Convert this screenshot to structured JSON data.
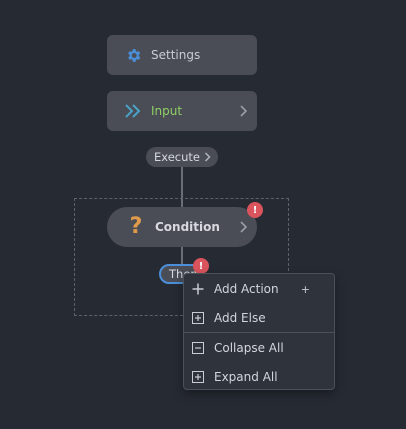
{
  "nodes": {
    "settings": {
      "label": "Settings",
      "icon": "gear-icon"
    },
    "input": {
      "label": "Input",
      "icon": "double-chevron-right-icon"
    },
    "execute": {
      "label": "Execute"
    },
    "condition": {
      "label": "Condition",
      "icon": "question-mark-icon",
      "badge": "!"
    },
    "then": {
      "label": "Then",
      "badge": "!"
    }
  },
  "context_menu": {
    "items": [
      {
        "label": "Add Action",
        "icon": "plus-icon",
        "shortcut": "+"
      },
      {
        "label": "Add Else",
        "icon": "plus-box-icon"
      },
      {
        "label": "Collapse All",
        "icon": "minus-box-icon"
      },
      {
        "label": "Expand All",
        "icon": "plus-box-icon"
      }
    ]
  },
  "colors": {
    "background": "#262a33",
    "node": "#4a4d55",
    "input_label": "#8fcf63",
    "gear": "#4a8fd8",
    "question": "#e09a4b",
    "error": "#d9545d",
    "selection_outline": "#4a8fd8"
  }
}
